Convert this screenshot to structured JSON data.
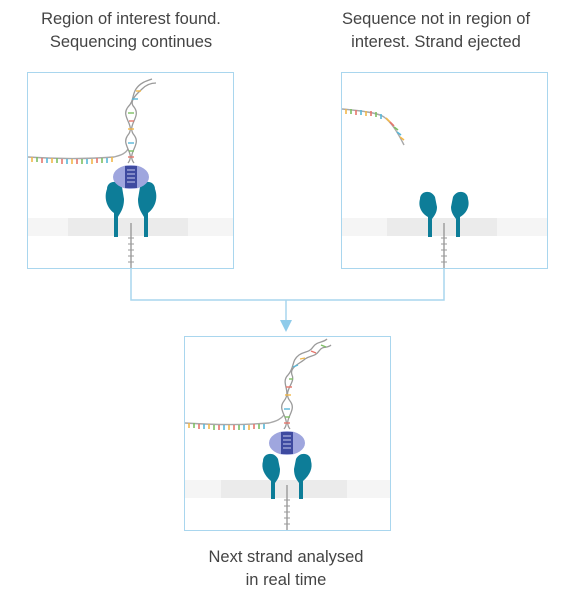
{
  "panels": {
    "top_left": {
      "caption": [
        "Region of interest found.",
        "Sequencing continues"
      ]
    },
    "top_right": {
      "caption": [
        "Sequence not in region of",
        "interest. Strand ejected"
      ]
    },
    "bottom": {
      "caption": [
        "Next strand analysed",
        "in real time"
      ]
    }
  },
  "colors": {
    "panel_border": "#a9d6ee",
    "connector": "#a9d6ee",
    "arrowhead": "#8fcbea",
    "pore_teal": "#0d7d98",
    "motor_purple": "#9fa6de",
    "motor_dark": "#3e4aa0",
    "membrane": "#e8e8e8",
    "text": "#444444"
  }
}
